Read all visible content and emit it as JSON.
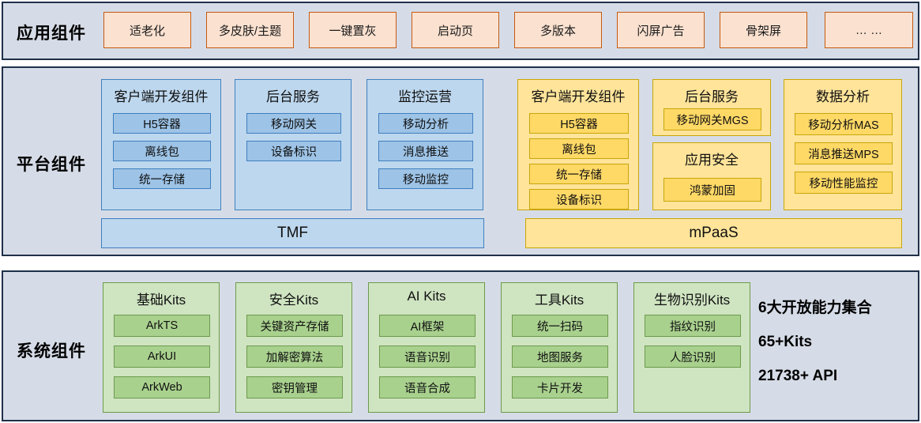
{
  "rows": {
    "app": {
      "label": "应用组件"
    },
    "platform": {
      "label": "平台组件"
    },
    "system": {
      "label": "系统组件"
    }
  },
  "app_components": [
    {
      "label": "适老化"
    },
    {
      "label": "多皮肤/主题"
    },
    {
      "label": "一键置灰"
    },
    {
      "label": "启动页"
    },
    {
      "label": "多版本"
    },
    {
      "label": "闪屏广告"
    },
    {
      "label": "骨架屏"
    },
    {
      "label": "… …"
    }
  ],
  "platform": {
    "tmf": {
      "bar_label": "TMF",
      "groups": [
        {
          "title": "客户端开发组件",
          "items": [
            "H5容器",
            "离线包",
            "统一存储"
          ]
        },
        {
          "title": "后台服务",
          "items": [
            "移动网关",
            "设备标识"
          ]
        },
        {
          "title": "监控运营",
          "items": [
            "移动分析",
            "消息推送",
            "移动监控"
          ]
        }
      ]
    },
    "mpaas": {
      "bar_label": "mPaaS",
      "groups": [
        {
          "title": "客户端开发组件",
          "items": [
            "H5容器",
            "离线包",
            "统一存储",
            "设备标识"
          ]
        },
        {
          "title": "后台服务",
          "items": [
            "移动网关MGS"
          ]
        },
        {
          "title": "应用安全",
          "items": [
            "鸿蒙加固"
          ]
        },
        {
          "title": "数据分析",
          "items": [
            "移动分析MAS",
            "消息推送MPS",
            "移动性能监控"
          ]
        }
      ]
    }
  },
  "system": {
    "groups": [
      {
        "title": "基础Kits",
        "items": [
          "ArkTS",
          "ArkUI",
          "ArkWeb"
        ]
      },
      {
        "title": "安全Kits",
        "items": [
          "关键资产存储",
          "加解密算法",
          "密钥管理"
        ]
      },
      {
        "title": "AI Kits",
        "items": [
          "AI框架",
          "语音识别",
          "语音合成"
        ]
      },
      {
        "title": "工具Kits",
        "items": [
          "统一扫码",
          "地图服务",
          "卡片开发"
        ]
      },
      {
        "title": "生物识别Kits",
        "items": [
          "指纹识别",
          "人脸识别"
        ]
      }
    ],
    "stats": [
      {
        "text": "6大开放能力集合"
      },
      {
        "text": "65+Kits"
      },
      {
        "text": "21738+ API"
      }
    ]
  },
  "colors": {
    "panel_bg": "#d6dce7",
    "panel_border": "#1f3049",
    "app_chip_fill": "#fbe1d0",
    "app_chip_border": "#c55a11",
    "blue_group_fill": "#bdd7ee",
    "blue_item_fill": "#9dc3e6",
    "blue_border": "#3f7fbf",
    "yellow_group_fill": "#ffe49a",
    "yellow_item_fill": "#ffd966",
    "yellow_border": "#c8a50a",
    "green_group_fill": "#cfe4c1",
    "green_item_fill": "#a9d18e",
    "green_border": "#6c9a4b"
  }
}
